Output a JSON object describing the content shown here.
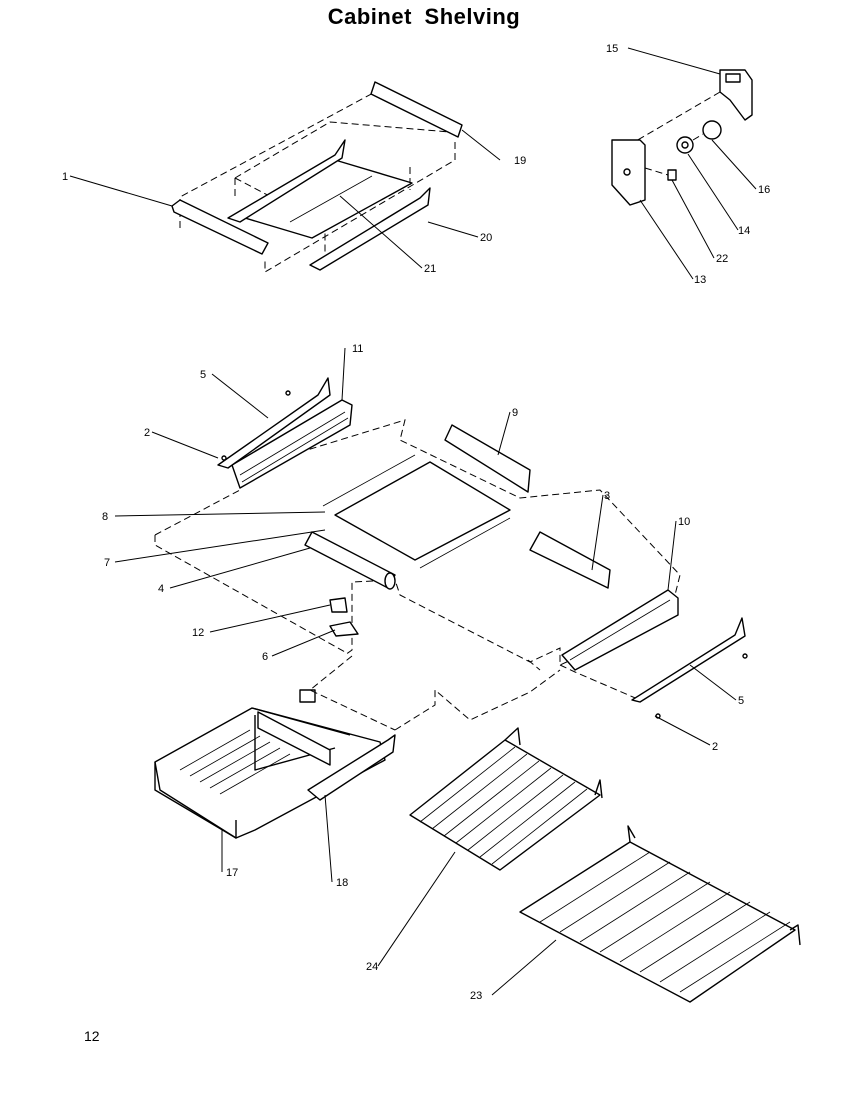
{
  "title": "Cabinet Shelving",
  "page_number": "12",
  "callouts": [
    "1",
    "2",
    "3",
    "4",
    "5",
    "6",
    "7",
    "8",
    "9",
    "10",
    "11",
    "12",
    "13",
    "14",
    "15",
    "16",
    "17",
    "18",
    "19",
    "20",
    "21",
    "22",
    "23",
    "24"
  ]
}
